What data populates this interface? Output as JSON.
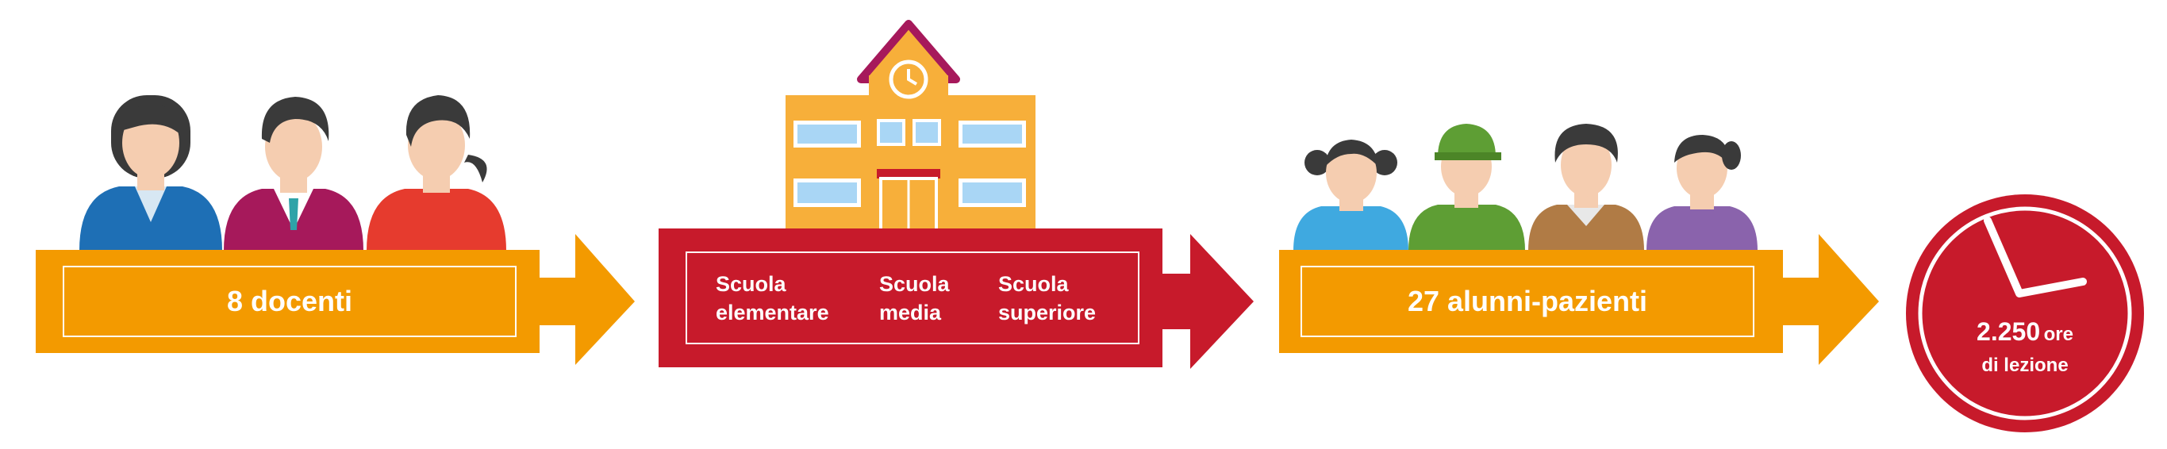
{
  "colors": {
    "orange": "#F39A00",
    "red": "#C71A2B",
    "school_body": "#F7AF3A",
    "window": "#A9D6F5",
    "skin": "#F5CDB0",
    "hair": "#3A3A3A"
  },
  "teachers": {
    "label": "8 docenti"
  },
  "schools": {
    "items": [
      {
        "line1": "Scuola",
        "line2": "elementare"
      },
      {
        "line1": "Scuola",
        "line2": "media"
      },
      {
        "line1": "Scuola",
        "line2": "superiore"
      }
    ]
  },
  "students": {
    "label": "27 alunni-pazienti"
  },
  "lessons": {
    "number": "2.250",
    "unit": "ore",
    "line2": "di lezione"
  }
}
